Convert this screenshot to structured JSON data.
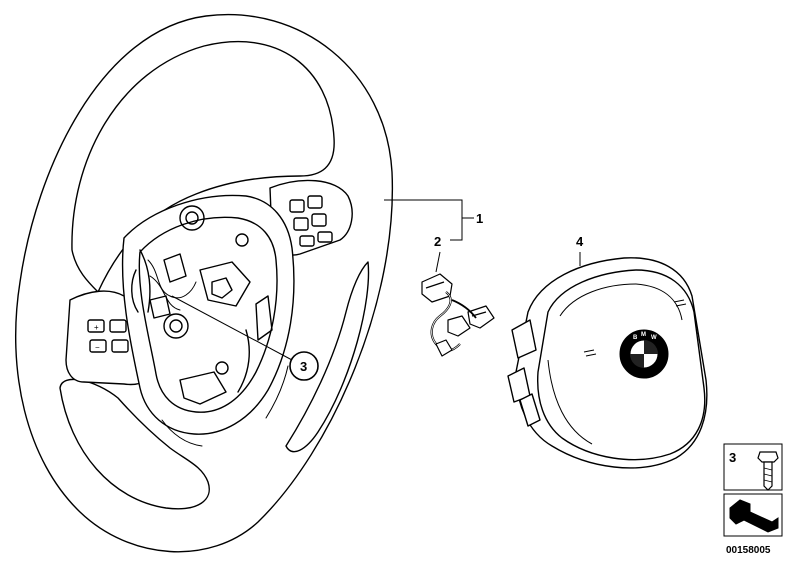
{
  "callouts": {
    "part1": "1",
    "part2": "2",
    "part3": "3",
    "part4": "4"
  },
  "legend": {
    "item_number": "3"
  },
  "diagram_code": "00158005",
  "brand_badge": {
    "letters": [
      "B",
      "M",
      "W"
    ],
    "colors": {
      "quadrant_dark": "#222222",
      "quadrant_light": "#ffffff",
      "ring": "#000000"
    }
  }
}
